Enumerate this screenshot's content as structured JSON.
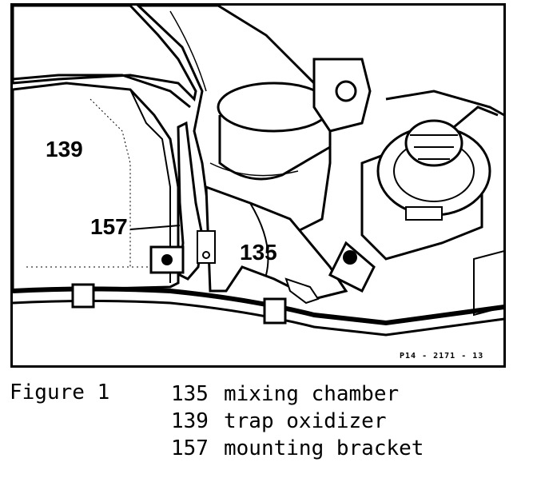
{
  "figure": {
    "callouts": {
      "c139": "139",
      "c157": "157",
      "c135": "135"
    },
    "drawing_code": "P14 - 2171 - 13"
  },
  "caption": {
    "title": "Figure 1",
    "legend": [
      {
        "number": "135",
        "label": "mixing chamber"
      },
      {
        "number": "139",
        "label": "trap oxidizer"
      },
      {
        "number": "157",
        "label": "mounting bracket"
      }
    ]
  }
}
